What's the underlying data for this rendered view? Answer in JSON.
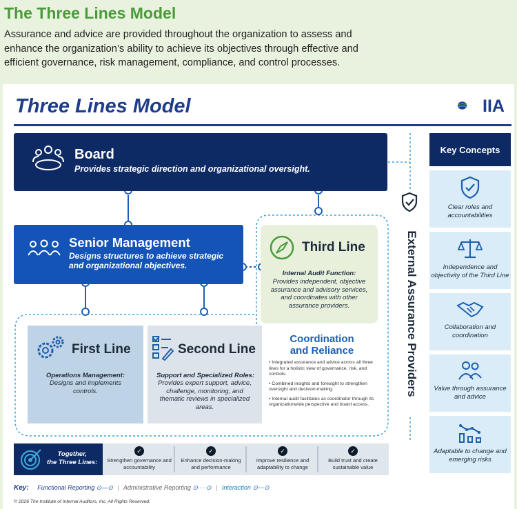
{
  "header": {
    "title": "The Three Lines Model",
    "intro": "Assurance and advice are provided throughout the organization to assess and enhance the organization’s ability to achieve its objectives through effective and efficient governance, risk management, compliance, and control processes."
  },
  "diagram": {
    "title": "Three Lines Model",
    "logo_text": "IIA",
    "board": {
      "title": "Board",
      "desc": "Provides strategic direction and organizational oversight."
    },
    "senior_management": {
      "title": "Senior Management",
      "desc": "Designs structures to achieve strategic and organizational objectives."
    },
    "third_line": {
      "title": "Third Line",
      "role": "Internal Audit Function:",
      "desc": "Provides independent, objective assurance and advisory services, and coordinates with other assurance providers."
    },
    "first_line": {
      "title": "First Line",
      "role": "Operations Management:",
      "desc": "Designs and implements controls."
    },
    "second_line": {
      "title": "Second Line",
      "role": "Support and Specialized Roles:",
      "desc": "Provides expert support, advice, challenge, monitoring, and thematic reviews in specialized areas."
    },
    "coordination": {
      "title_1": "Coordination",
      "title_2": "and Reliance",
      "bullets": [
        "Integrated assurance and advice across all three lines for a holistic view of governance, risk, and controls.",
        "Combined insights and foresight to strengthen oversight and decision-making.",
        "Internal audit facilitates as coordinator through its organizationwide perspective and board access."
      ]
    },
    "external": "External Assurance Providers"
  },
  "key_concepts": {
    "heading": "Key Concepts",
    "items": [
      {
        "label": "Clear roles and accountabilities",
        "icon": "shield-check-icon"
      },
      {
        "label": "Independence and objectivity of the Third Line",
        "icon": "scales-icon"
      },
      {
        "label": "Collaboration and coordination",
        "icon": "handshake-icon"
      },
      {
        "label": "Value through assurance and advice",
        "icon": "people-icon"
      },
      {
        "label": "Adaptable to change and emerging risks",
        "icon": "chart-icon"
      }
    ]
  },
  "together": {
    "heading_1": "Together,",
    "heading_2": "the Three Lines:",
    "items": [
      "Strengthen governance and accountability",
      "Enhance decision-making and performance",
      "Improve resilience and adaptability to change",
      "Build trust and create sustainable value"
    ]
  },
  "key": {
    "label": "Key:",
    "functional": "Functional Reporting",
    "administrative": "Administrative Reporting",
    "interaction": "Interaction"
  },
  "copyright": "© 2026 The Institute of Internal Auditors, Inc. All Rights Reserved.",
  "colors": {
    "navy": "#0d2a64",
    "blue": "#1454b8",
    "green": "#4a9a3a",
    "light_blue": "#d9ecf7"
  }
}
